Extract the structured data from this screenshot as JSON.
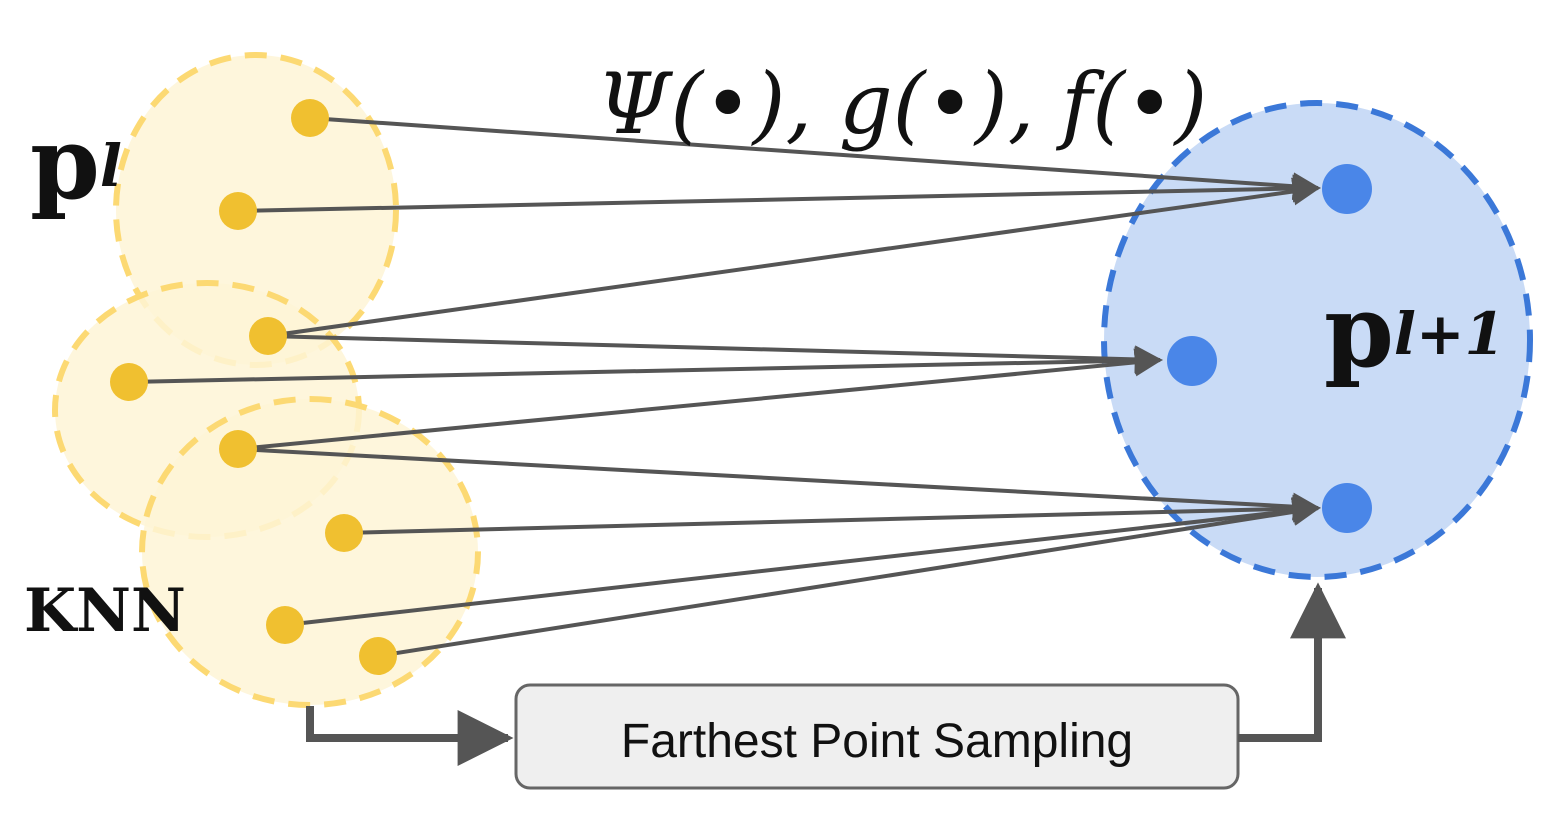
{
  "labels": {
    "input_set": "p",
    "input_sup": "l",
    "output_set": "p",
    "output_sup": "l+1",
    "functions": "Ψ(•), g(•), f(•)",
    "knn": "KNN",
    "fps": "Farthest Point Sampling"
  },
  "colors": {
    "yellow_fill": "#fef4d6",
    "yellow_stroke": "#fcd973",
    "yellow_point": "#f0c030",
    "blue_fill": "#c9dbf6",
    "blue_stroke": "#3b78d8",
    "blue_point": "#4a86e8",
    "edge": "#555555",
    "box_fill": "#efefef",
    "box_stroke": "#666666"
  }
}
